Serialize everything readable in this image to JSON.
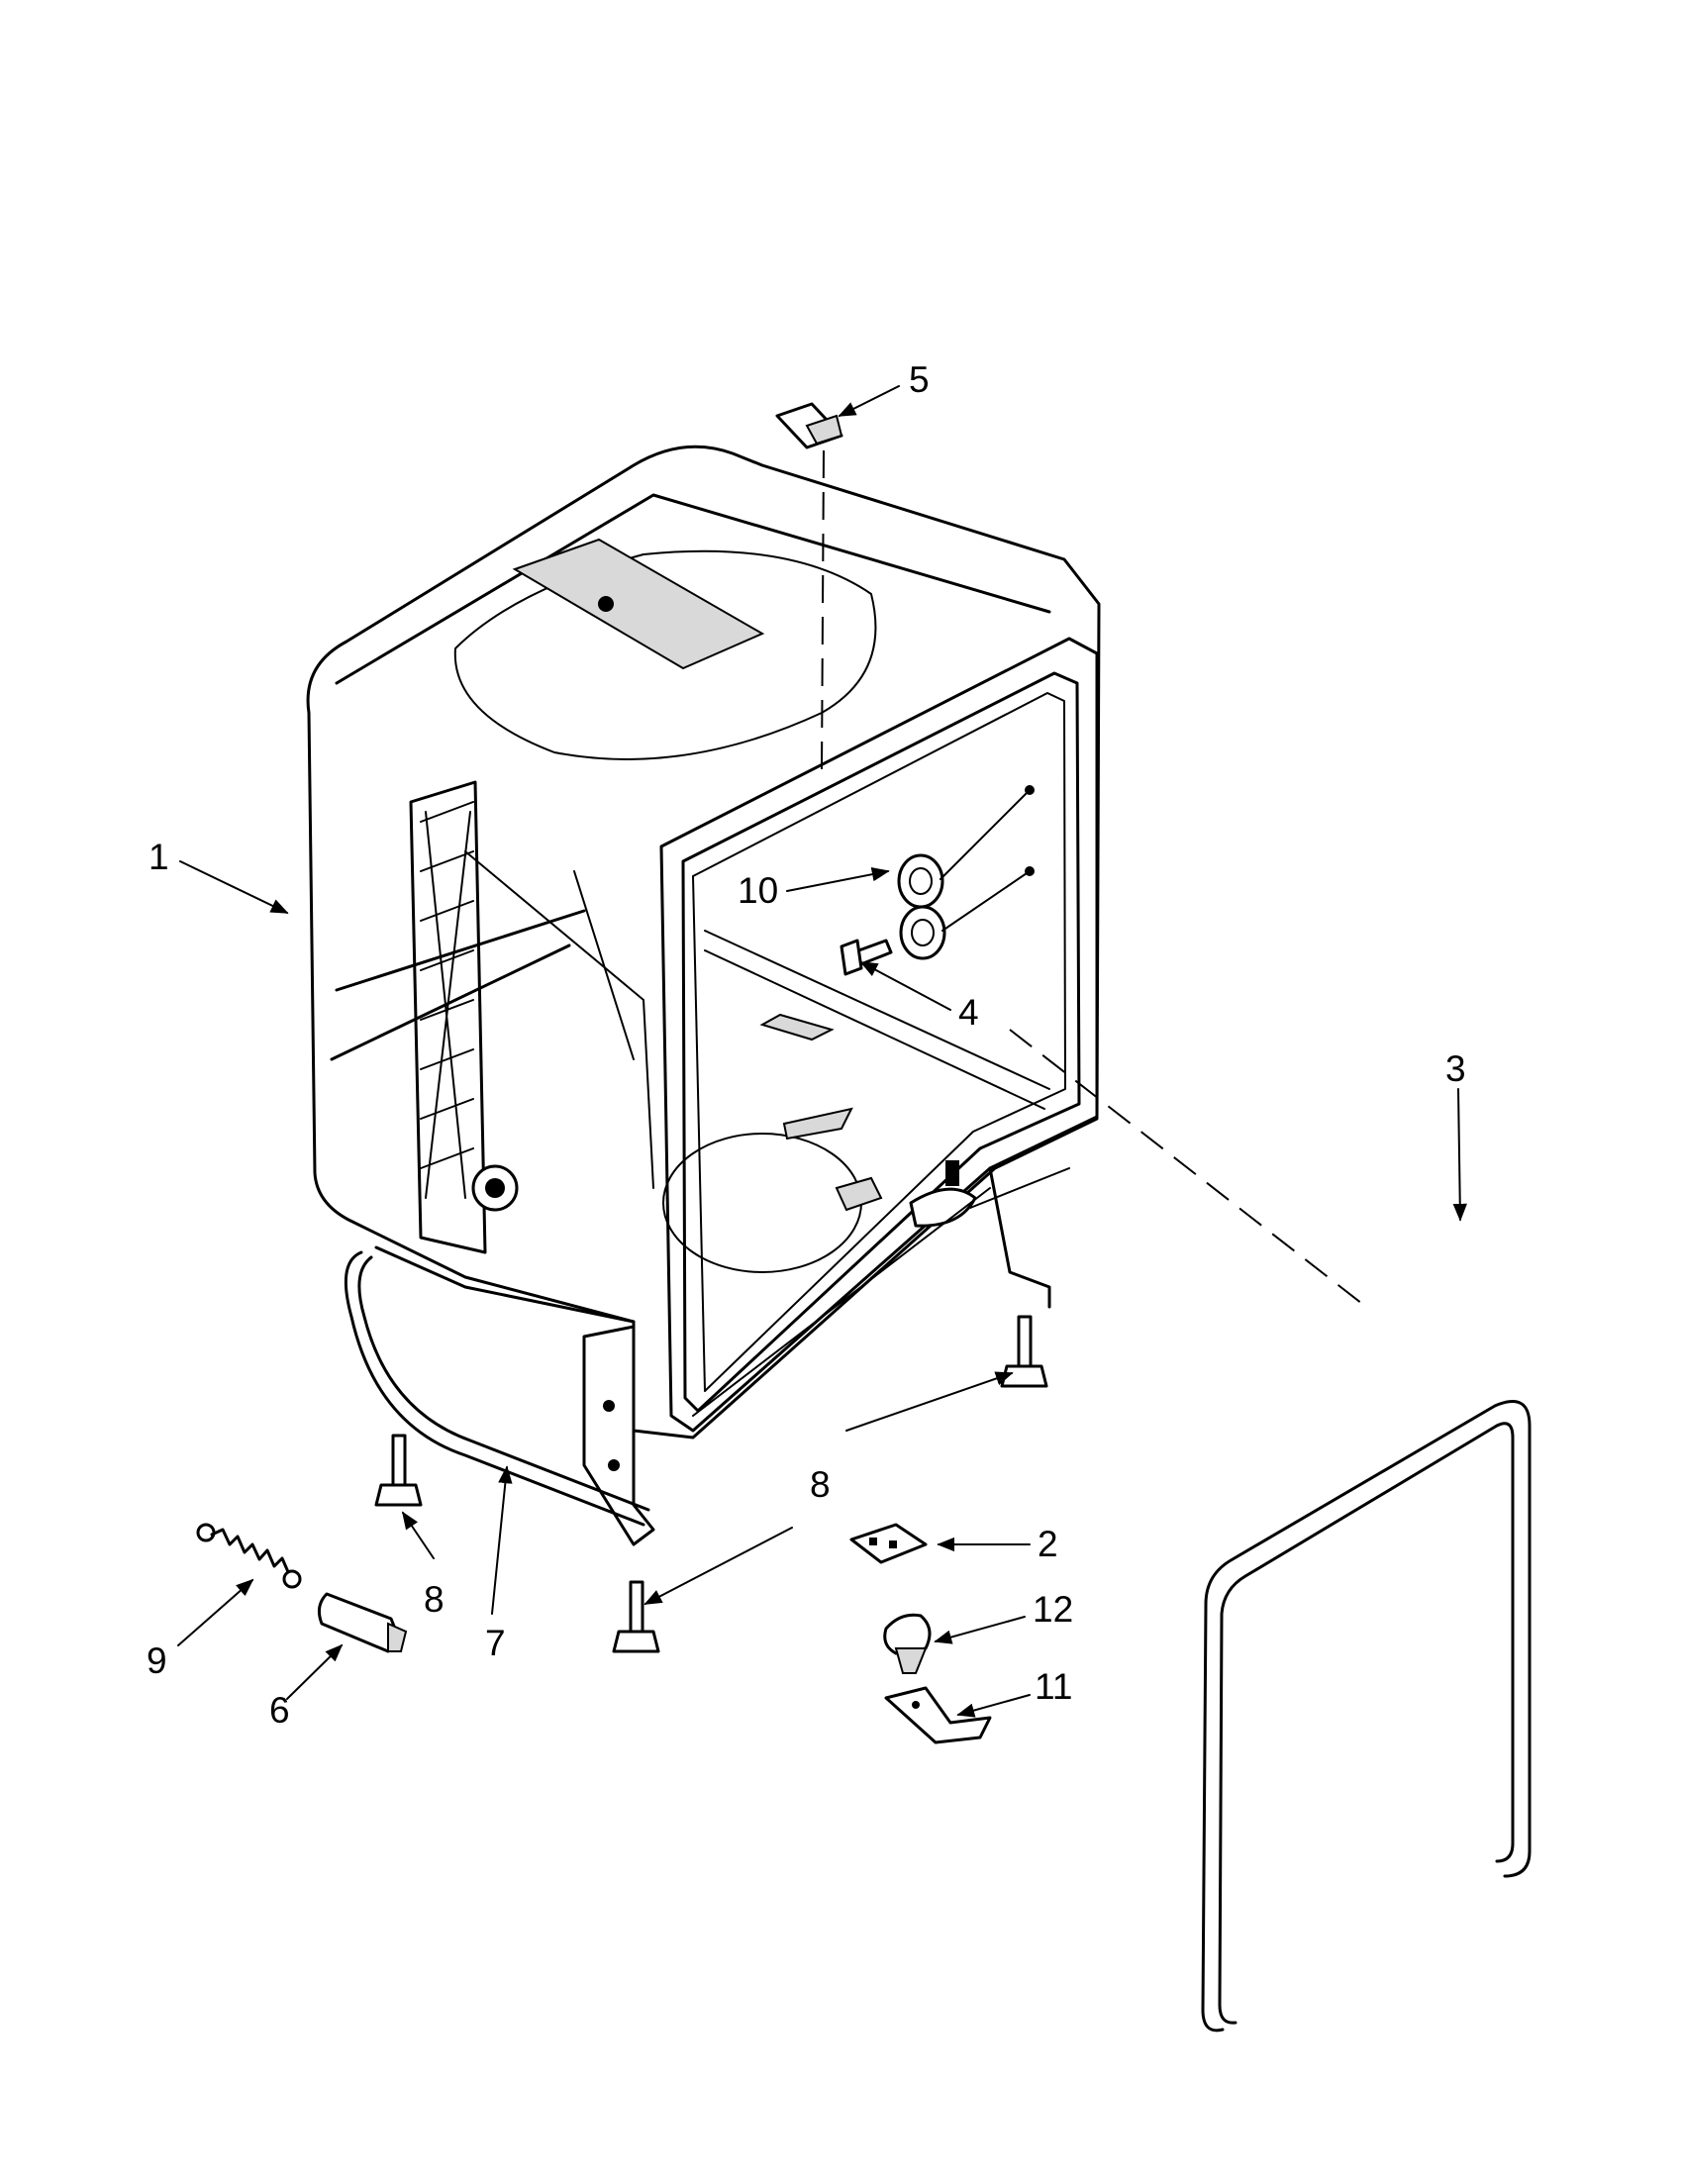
{
  "callouts": [
    {
      "id": "c1",
      "label": "1"
    },
    {
      "id": "c2",
      "label": "2"
    },
    {
      "id": "c3",
      "label": "3"
    },
    {
      "id": "c4",
      "label": "4"
    },
    {
      "id": "c5",
      "label": "5"
    },
    {
      "id": "c6",
      "label": "6"
    },
    {
      "id": "c7",
      "label": "7"
    },
    {
      "id": "c8a",
      "label": "8"
    },
    {
      "id": "c8b",
      "label": "8"
    },
    {
      "id": "c9",
      "label": "9"
    },
    {
      "id": "c10",
      "label": "10"
    },
    {
      "id": "c11",
      "label": "11"
    },
    {
      "id": "c12",
      "label": "12"
    }
  ]
}
